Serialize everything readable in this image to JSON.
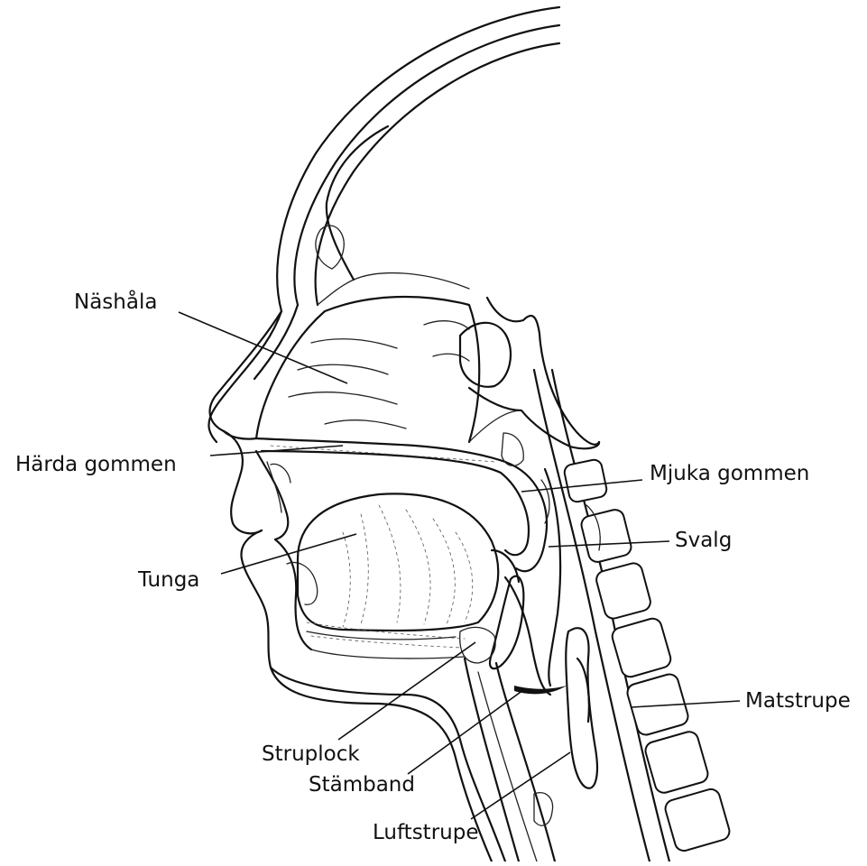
{
  "diagram": {
    "labels": {
      "nashala": "Näshåla",
      "harda_gommen": "Härda gommen",
      "tunga": "Tunga",
      "mjuka_gommen": "Mjuka gommen",
      "svalg": "Svalg",
      "struplock": "Struplock",
      "matstrupe": "Matstrupe",
      "stamband": "Stämband",
      "luftstrupe": "Luftstrupe"
    }
  }
}
